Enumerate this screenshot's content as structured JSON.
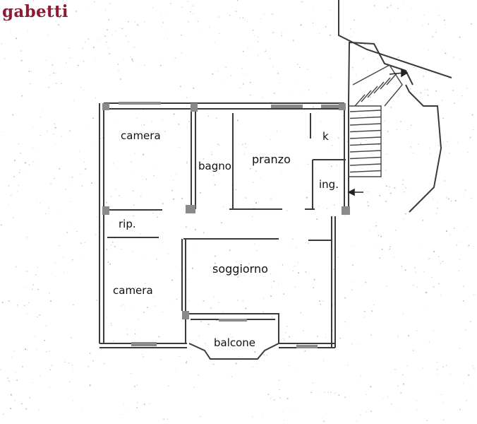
{
  "brand": {
    "name": "gabetti",
    "color": "#8c1b36"
  },
  "rooms": {
    "camera_top": "camera",
    "bagno": "bagno",
    "pranzo": "pranzo",
    "kitchen": "k",
    "ingresso": "ing.",
    "ripostiglio": "rip.",
    "soggiorno": "soggiorno",
    "camera_bottom": "camera",
    "balcone": "balcone"
  },
  "colors": {
    "wall": "#3a3a3a",
    "window": "#8a8a8a",
    "speckle": "#9a9a9a"
  },
  "icons": {
    "entrance": "arrow-left-icon",
    "stairs_direction": "arrow-right-icon"
  }
}
